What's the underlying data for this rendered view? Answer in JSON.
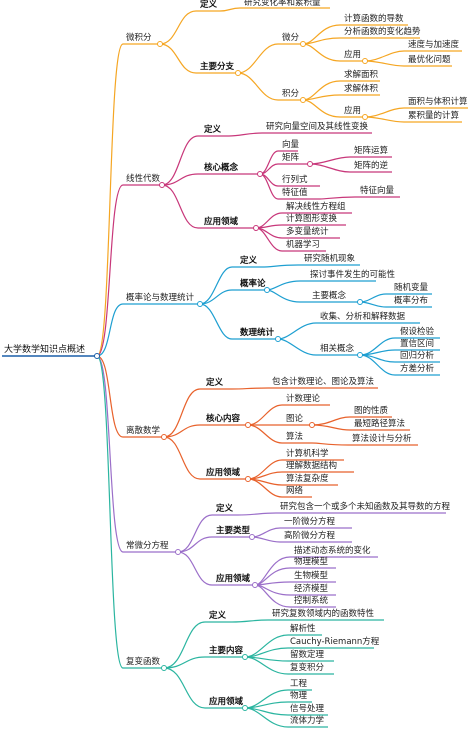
{
  "root": "大学数学知识点概述",
  "colors": {
    "c1": "#f5a623",
    "c2": "#c8377a",
    "c3": "#1e9fd1",
    "c4": "#e8622c",
    "c5": "#9b6fc9",
    "c6": "#2bb5a0"
  },
  "branches": [
    {
      "title": "微积分",
      "definition_label": "定义",
      "definition": "研究变化率和累积量",
      "main_label": "主要分支",
      "derivative": {
        "label": "微分",
        "items": [
          "计算函数的导数",
          "分析函数的变化趋势"
        ],
        "app_label": "应用",
        "apps": [
          "速度与加速度",
          "最优化问题"
        ]
      },
      "integral": {
        "label": "积分",
        "items": [
          "求解面积",
          "求解体积"
        ],
        "app_label": "应用",
        "apps": [
          "面积与体积计算",
          "累积量的计算"
        ]
      }
    },
    {
      "title": "线性代数",
      "definition_label": "定义",
      "definition": "研究向量空间及其线性变换",
      "core_label": "核心概念",
      "core": {
        "vector": "向量",
        "matrix": "矩阵",
        "matrix_sub": [
          "矩阵运算",
          "矩阵的逆"
        ],
        "det": "行列式",
        "eigen": "特征值",
        "eigen_sub": "特征向量"
      },
      "app_label": "应用领域",
      "apps": [
        "解决线性方程组",
        "计算图形变换",
        "多变量统计",
        "机器学习"
      ]
    },
    {
      "title": "概率论与数理统计",
      "prob_def_label": "定义",
      "prob_def": "研究随机现象",
      "prob_label": "概率论",
      "prob_item": "探讨事件发生的可能性",
      "main_concept_label": "主要概念",
      "main_concepts": [
        "随机变量",
        "概率分布"
      ],
      "stat_label": "数理统计",
      "stat_item": "收集、分析和解释数据",
      "related_label": "相关概念",
      "related": [
        "假设检验",
        "置信区间",
        "回归分析",
        "方差分析"
      ]
    },
    {
      "title": "离散数学",
      "definition_label": "定义",
      "definition": "包含计数理论、图论及算法",
      "core_label": "核心内容",
      "core": {
        "counting": "计数理论",
        "graph": "图论",
        "graph_sub": [
          "图的性质",
          "最短路径算法"
        ],
        "algo": "算法",
        "algo_sub": "算法设计与分析"
      },
      "app_label": "应用领域",
      "apps": [
        "计算机科学",
        "理解数据结构",
        "算法复杂度",
        "网络"
      ]
    },
    {
      "title": "常微分方程",
      "definition_label": "定义",
      "definition": "研究包含一个或多个未知函数及其导数的方程",
      "type_label": "主要类型",
      "types": [
        "一阶微分方程",
        "高阶微分方程"
      ],
      "app_label": "应用领域",
      "apps": [
        "描述动态系统的变化",
        "物理模型",
        "生物模型",
        "经济模型",
        "控制系统"
      ]
    },
    {
      "title": "复变函数",
      "definition_label": "定义",
      "definition": "研究复数领域内的函数特性",
      "main_label": "主要内容",
      "items": [
        "解析性",
        "Cauchy-Riemann方程",
        "留数定理",
        "复变积分"
      ],
      "app_label": "应用领域",
      "apps": [
        "工程",
        "物理",
        "信号处理",
        "流体力学"
      ]
    }
  ]
}
